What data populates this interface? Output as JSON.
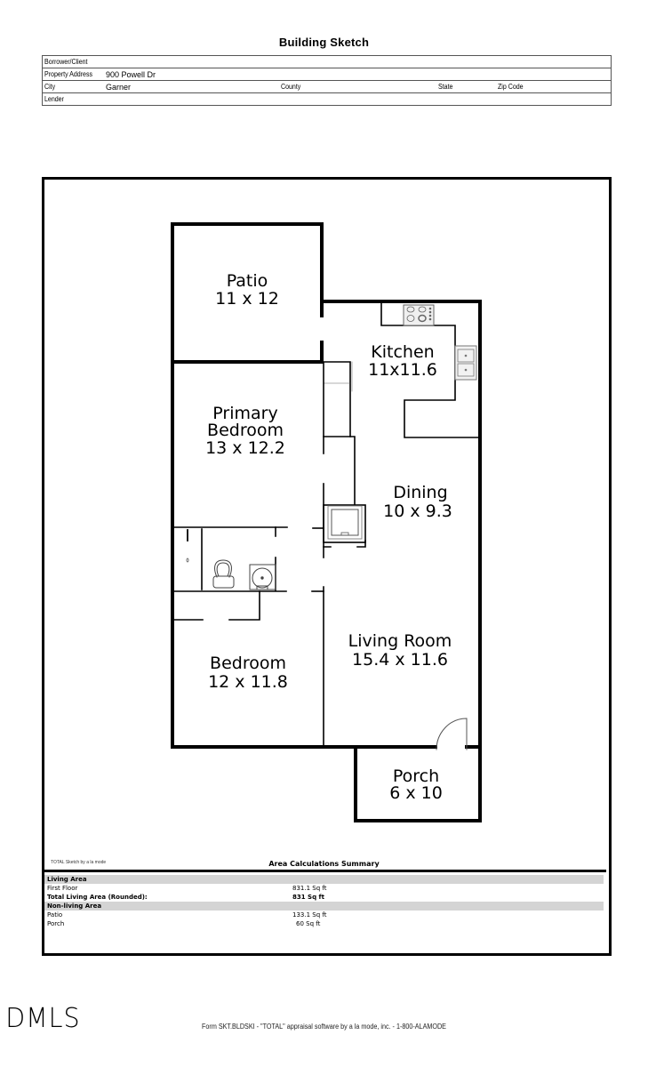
{
  "header": {
    "title": "Building Sketch",
    "fields": {
      "borrower_label": "Borrower/Client",
      "borrower_value": "",
      "address_label": "Property Address",
      "address_value": "900 Powell Dr",
      "city_label": "City",
      "city_value": "Garner",
      "county_label": "County",
      "state_label": "State",
      "zip_label": "Zip Code",
      "lender_label": "Lender"
    }
  },
  "plan": {
    "rooms": [
      {
        "name": "Patio",
        "size": "11 x 12"
      },
      {
        "name": "Kitchen",
        "size": "11x11.6"
      },
      {
        "name": "Primary",
        "name2": "Bedroom",
        "size": "13 x 12.2"
      },
      {
        "name": "Dining",
        "size": "10 x 9.3"
      },
      {
        "name": "Living Room",
        "size": "15.4 x 11.6"
      },
      {
        "name": "Bedroom",
        "size": "12 x 11.8"
      },
      {
        "name": "Porch",
        "size": "6 x 10"
      }
    ],
    "wall_color": "#000000"
  },
  "summary": {
    "caption": "TOTAL Sketch by a la mode",
    "title": "Area Calculations Summary",
    "rows": [
      {
        "label": "Living Area",
        "value": "",
        "type": "section"
      },
      {
        "label": "First Floor",
        "value": "831.1 Sq ft",
        "type": "normal"
      },
      {
        "label": "Total Living Area (Rounded):",
        "value": "831 Sq ft",
        "type": "bold"
      },
      {
        "label": "Non-living Area",
        "value": "",
        "type": "section"
      },
      {
        "label": "Patio",
        "value": "133.1 Sq ft",
        "type": "normal"
      },
      {
        "label": "Porch",
        "value": "60 Sq ft",
        "type": "normal"
      }
    ]
  },
  "footer": {
    "logo": "DMLS",
    "form_text": "Form SKT.BLDSKI - \"TOTAL\" appraisal software by a la mode, inc. - 1-800-ALAMODE"
  }
}
